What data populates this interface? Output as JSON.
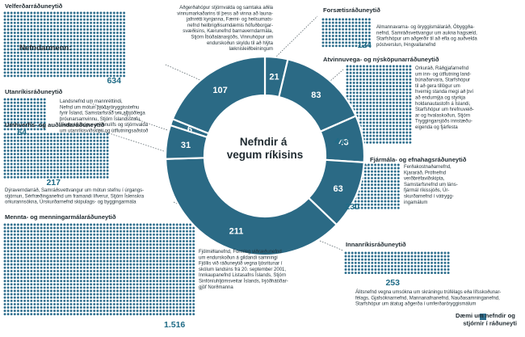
{
  "chart_data": {
    "type": "pie",
    "title": "Nefndir á vegum ríkisins",
    "total_label": "Nefndarmenn:",
    "legend_label": "Dæmi um nefndir og stjórnir í ráðuneyti",
    "accent_color": "#2b6a85",
    "dot_color": "#2f6f8e",
    "categories": [
      "Forsætisráðuneytið",
      "Atvinnuvega- og nýsköpunarráðuneytið",
      "Fjármála- og efnahagsráðuneytið",
      "Innanríkisráðuneytið",
      "Mennta- og menningarmálaráðuneytið",
      "Umhverfis- og auðlindaráðuneytið",
      "Utanríkisráðuneytið",
      "Velferðarráðuneytið"
    ],
    "values": [
      21,
      83,
      43,
      63,
      211,
      31,
      6,
      107
    ],
    "members": [
      "124",
      "417",
      "230",
      "253",
      "1.516",
      "217",
      "64",
      "634"
    ],
    "descriptions": [
      [
        "Almannavarna- og öryggismálaráð, Óbyggða-",
        "nefnd, Samráðsvettvangur um aukna hagsæld,",
        "Starfshópur um aðgerðir til að efla og auðvelda",
        "póstverslun, Þingvallanefnd"
      ],
      [
        "Orkuráð, Ráðgjafarnefnd",
        "um inn- og útflutning land-",
        "búnaðarvara, Starfshópur",
        "til að gera tillögur um",
        "hvernig standa megi að því",
        "að endurnýja og styrkja",
        "holdanautastofn á Íslandi,",
        "Starfshópur um hrefnuveið-",
        "ar og hvalaskoðun, Stjórn",
        "Tryggingarsjóðs innstæðu-",
        "eigenda og fjárfesta"
      ],
      [
        "Ferðakostnaðarnefnd,",
        "Kjararáð, Prófnefnd",
        "verðbréfaviðskipta,",
        "Samstarfsnefnd um láns-",
        "fjármál ríkissjóðs, Úr-",
        "skurðarnefnd í vátrygg-",
        "ingamálum"
      ],
      [
        "Álitsnefnd vegna umsókna um skráningu trúfélags eða lífsskoðunar-",
        "félags, Gjafsóknarnefnd, Mannanafnanefnd, Nauðasamninganefnd,",
        "Starfshópur um átatug aðgerða í umferðaröryggismálum"
      ],
      [
        "Fjölmiðlanefnd, Formleg viðræðunefnd",
        "um endurskoðun á gildandi samningi",
        "Fjöllis við ráðuneytið vegna ljósritunar í",
        "skólum landsins frá 20. september 2001,",
        "Innkaupanefnd Listasafns Íslands, Stjórn",
        "Sinfóníuhljómsveitar Íslands, Þjóðhátíðar-",
        "gjöf Norðmanna"
      ],
      [
        "Dýraverndarráð, Samráðsvettvangur um mótun stefnu í úrgangs-",
        "stjórnun, Sérfræðinganefnd um framandi lífverur, Stjórn Íslenskra",
        "orkurannsókna, Úrskurðarnefnd skipulags- og byggingarmála"
      ],
      [
        "Landsnefnd um mannréttindi,",
        "Nefnd um mótun þjóðaröryggisstefnu",
        "fyrir Ísland, Samstarfsráð um alþjóðlega",
        "þróunarsamvinnu, Stjórn Íslandsstofu,",
        "„Samráðshópur atvinnulífs og stjórnvalda",
        "um utanríkisviðskipti og útflutningsaðstoð"
      ],
      [
        "Aðgerðahópur stjórnvalda og samtaka aðila",
        "vinnumarkaðarins til þess að vinna að launa-",
        "jafnrétti kynjanna, Færni- og heilsumats-",
        "nefnd heilbrigðisumdæmis höfuðborgar-",
        "svæðisins, Kærunefnd barnaverndarmála,",
        "Stjórn Íbúðalánasjóðs, Vinnuhópur um",
        "endurskoðun skyldu til að hlýta",
        "læknisleiðbeiningum"
      ]
    ]
  }
}
